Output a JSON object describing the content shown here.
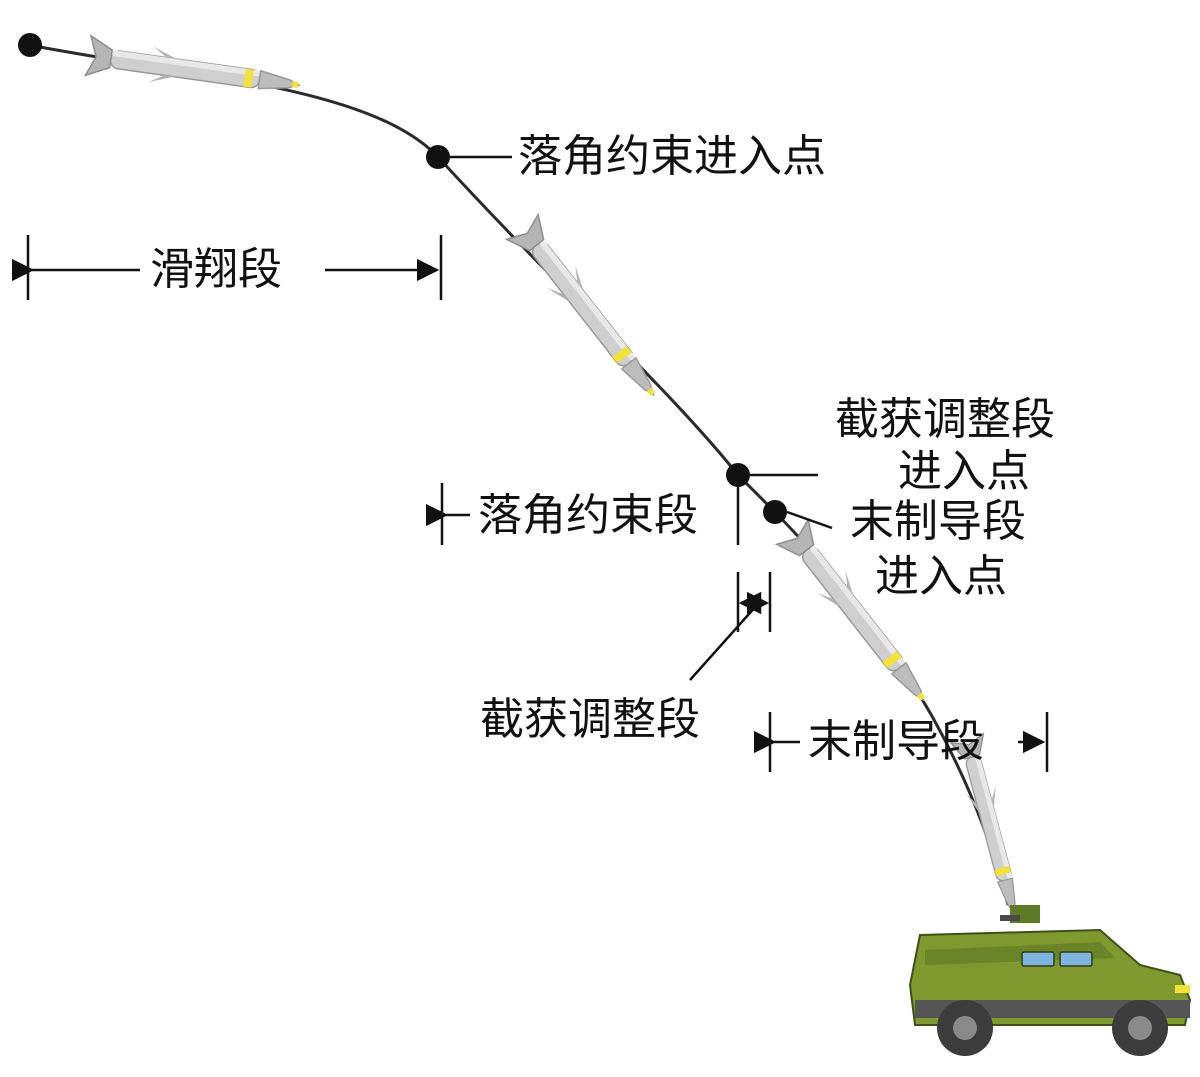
{
  "labels": {
    "fall_angle_entry_point": "落角约束进入点",
    "glide_segment": "滑翔段",
    "capture_adjust_entry_point_line1": "截获调整段",
    "capture_adjust_entry_point_line2": "进入点",
    "fall_angle_segment": "落角约束段",
    "terminal_entry_point_line1": "末制导段",
    "terminal_entry_point_line2": "进入点",
    "capture_adjust_segment": "截获调整段",
    "terminal_segment": "末制导段"
  },
  "colors": {
    "trajectory": "#2b2b2b",
    "missile_body": "#c9c9c9",
    "missile_band": "#f2e23a",
    "vehicle_body": "#7e9a2f",
    "vehicle_dark": "#4a4a4a",
    "vehicle_window": "#7fb4e0"
  },
  "icons": {
    "missile": "missile-icon",
    "vehicle": "armored-vehicle-icon"
  }
}
